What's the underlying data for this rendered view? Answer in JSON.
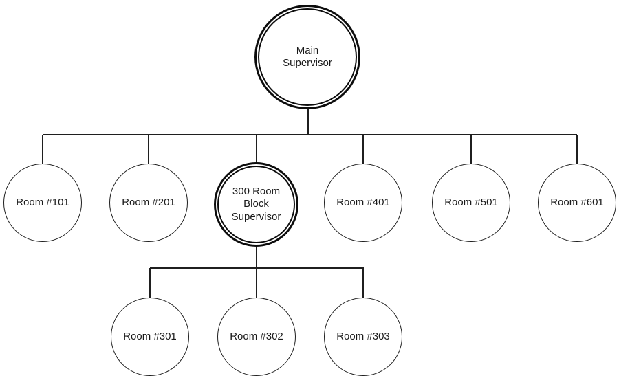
{
  "diagram": {
    "type": "org-chart",
    "colors": {
      "stroke": "#1f1f1f",
      "node_fill": "#ffffff",
      "text": "#1a1a1a",
      "background": "#ffffff"
    },
    "nodes": [
      {
        "id": "main-supervisor",
        "label": "Main Supervisor",
        "shape": "double-circle",
        "level": 1,
        "children": [
          "room-101",
          "room-201",
          "300-room-block-supervisor",
          "room-401",
          "room-501",
          "room-601"
        ]
      },
      {
        "id": "room-101",
        "label": "Room #101",
        "shape": "circle",
        "level": 2
      },
      {
        "id": "room-201",
        "label": "Room #201",
        "shape": "circle",
        "level": 2
      },
      {
        "id": "300-room-block-supervisor",
        "label": "300 Room Block Supervisor",
        "shape": "double-circle",
        "level": 2,
        "children": [
          "room-301",
          "room-302",
          "room-303"
        ]
      },
      {
        "id": "room-401",
        "label": "Room #401",
        "shape": "circle",
        "level": 2
      },
      {
        "id": "room-501",
        "label": "Room #501",
        "shape": "circle",
        "level": 2
      },
      {
        "id": "room-601",
        "label": "Room #601",
        "shape": "circle",
        "level": 2
      },
      {
        "id": "room-301",
        "label": "Room #301",
        "shape": "circle",
        "level": 3
      },
      {
        "id": "room-302",
        "label": "Room #302",
        "shape": "circle",
        "level": 3
      },
      {
        "id": "room-303",
        "label": "Room #303",
        "shape": "circle",
        "level": 3
      }
    ]
  }
}
